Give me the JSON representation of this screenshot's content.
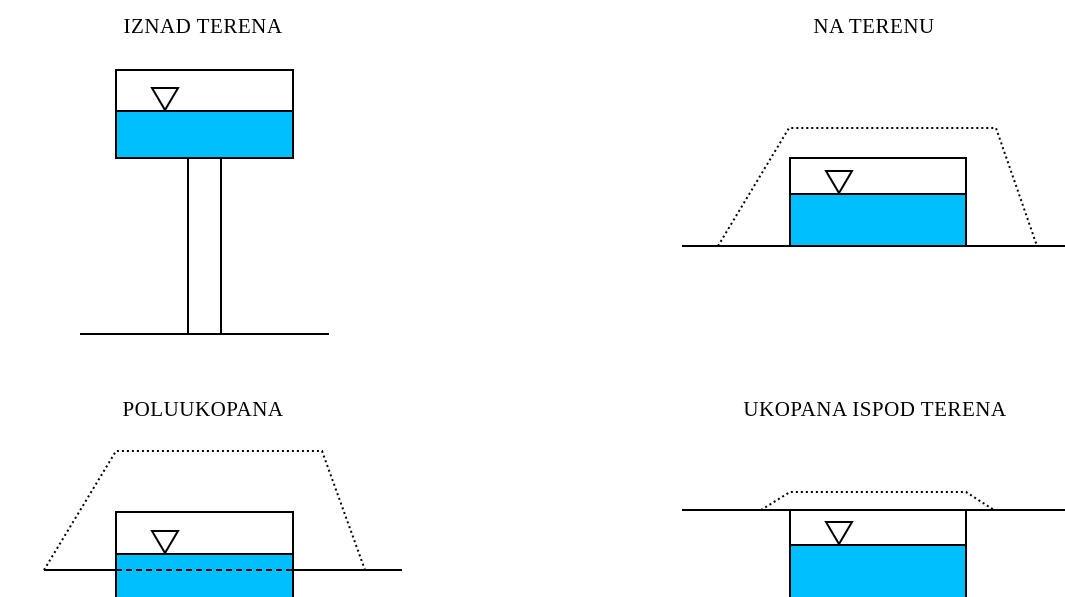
{
  "colors": {
    "water": "#00BFFF",
    "line": "#000000",
    "background": "#FFFFFF"
  },
  "icons": {
    "water_level": "inverted-triangle-icon"
  },
  "panels": {
    "above_ground": {
      "title": "IZNAD TERENA"
    },
    "on_ground": {
      "title": "NA TERENU"
    },
    "half_buried": {
      "title": "POLUUKOPANA"
    },
    "buried": {
      "title": "UKOPANA ISPOD TERENA"
    }
  }
}
